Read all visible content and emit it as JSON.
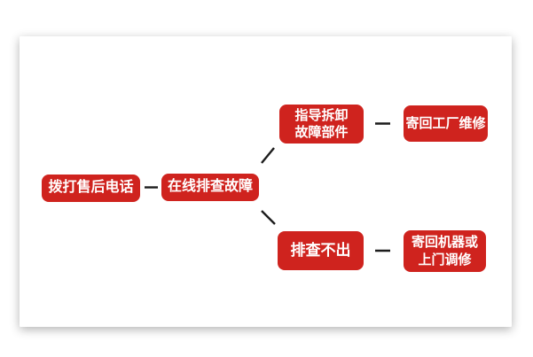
{
  "diagram": {
    "type": "flowchart",
    "colors": {
      "node_background": "#cf231e",
      "node_text": "#ffffff",
      "connector": "#1c1c1c",
      "card_background": "#ffffff",
      "page_background": "#ffffff"
    },
    "nodes": {
      "start": {
        "label": "拨打售后电话"
      },
      "online_check": {
        "label": "在线排查故障"
      },
      "guide_disassemble": {
        "label": "指导拆卸\n故障部件"
      },
      "return_factory": {
        "label": "寄回工厂维修"
      },
      "check_failed": {
        "label": "排查不出"
      },
      "return_machine": {
        "label": "寄回机器或\n上门调修"
      }
    },
    "edges": [
      {
        "from": "start",
        "to": "online_check"
      },
      {
        "from": "online_check",
        "to": "guide_disassemble"
      },
      {
        "from": "online_check",
        "to": "check_failed"
      },
      {
        "from": "guide_disassemble",
        "to": "return_factory"
      },
      {
        "from": "check_failed",
        "to": "return_machine"
      }
    ]
  }
}
